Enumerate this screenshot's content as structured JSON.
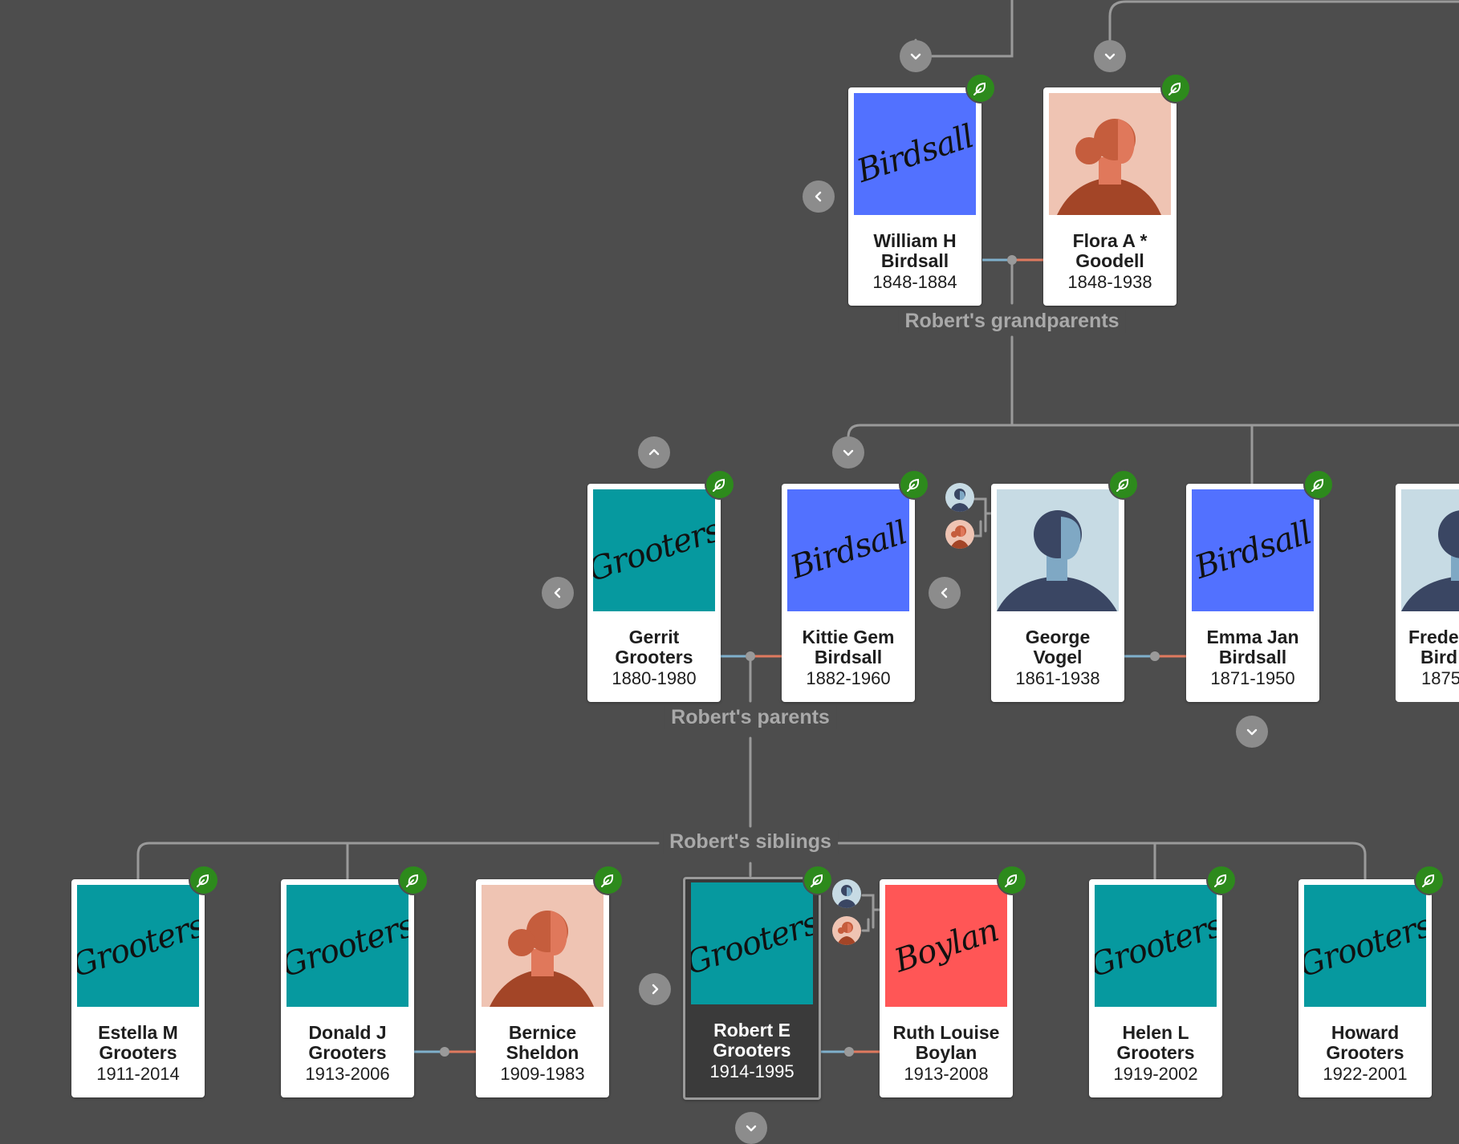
{
  "labels": {
    "grandparents": "Robert's grandparents",
    "parents": "Robert's parents",
    "siblings": "Robert's siblings"
  },
  "people": {
    "william": {
      "name_line1": "William H",
      "name_line2": "Birdsall",
      "dates": "1848-1884",
      "signature": "Birdsall",
      "avatar": "signature-blue"
    },
    "flora": {
      "name_line1": "Flora A *",
      "name_line2": "Goodell",
      "dates": "1848-1938",
      "avatar": "female-silhouette"
    },
    "gerrit": {
      "name_line1": "Gerrit",
      "name_line2": "Grooters",
      "dates": "1880-1980",
      "signature": "Grooters",
      "avatar": "signature-teal"
    },
    "kittie": {
      "name_line1": "Kittie Gem",
      "name_line2": "Birdsall",
      "dates": "1882-1960",
      "signature": "Birdsall",
      "avatar": "signature-blue"
    },
    "george": {
      "name_line1": "George",
      "name_line2": "Vogel",
      "dates": "1861-1938",
      "avatar": "male-silhouette"
    },
    "emma": {
      "name_line1": "Emma Jan",
      "name_line2": "Birdsall",
      "dates": "1871-1950",
      "signature": "Birdsall",
      "avatar": "signature-blue"
    },
    "frederick": {
      "name_line1": "Frede",
      "name_line2": "Bird",
      "dates": "1875",
      "avatar": "male-silhouette"
    },
    "estella": {
      "name_line1": "Estella M",
      "name_line2": "Grooters",
      "dates": "1911-2014",
      "signature": "Grooters",
      "avatar": "signature-teal"
    },
    "donald": {
      "name_line1": "Donald J",
      "name_line2": "Grooters",
      "dates": "1913-2006",
      "signature": "Grooters",
      "avatar": "signature-teal"
    },
    "bernice": {
      "name_line1": "Bernice",
      "name_line2": "Sheldon",
      "dates": "1909-1983",
      "avatar": "female-silhouette"
    },
    "robert": {
      "name_line1": "Robert E",
      "name_line2": "Grooters",
      "dates": "1914-1995",
      "signature": "Grooters",
      "avatar": "signature-teal"
    },
    "ruth": {
      "name_line1": "Ruth Louise",
      "name_line2": "Boylan",
      "dates": "1913-2008",
      "signature": "Boylan",
      "avatar": "signature-red"
    },
    "helen": {
      "name_line1": "Helen L",
      "name_line2": "Grooters",
      "dates": "1919-2002",
      "signature": "Grooters",
      "avatar": "signature-teal"
    },
    "howard": {
      "name_line1": "Howard",
      "name_line2": "Grooters",
      "dates": "1922-2001",
      "signature": "Grooters",
      "avatar": "signature-teal"
    }
  },
  "icons": {
    "hint": "leaf-hint-icon",
    "expand_up": "chevron-up-icon",
    "expand_down": "chevron-down-icon",
    "expand_left": "chevron-left-icon",
    "expand_right": "chevron-right-icon"
  },
  "colors": {
    "background": "#4d4d4d",
    "teal": "#06999f",
    "blue": "#5271ff",
    "red": "#ff5656",
    "hint_green": "#2d8a1c",
    "male_line": "#7fb0cc",
    "female_line": "#e07a5f",
    "connector": "#9a9a9a"
  }
}
